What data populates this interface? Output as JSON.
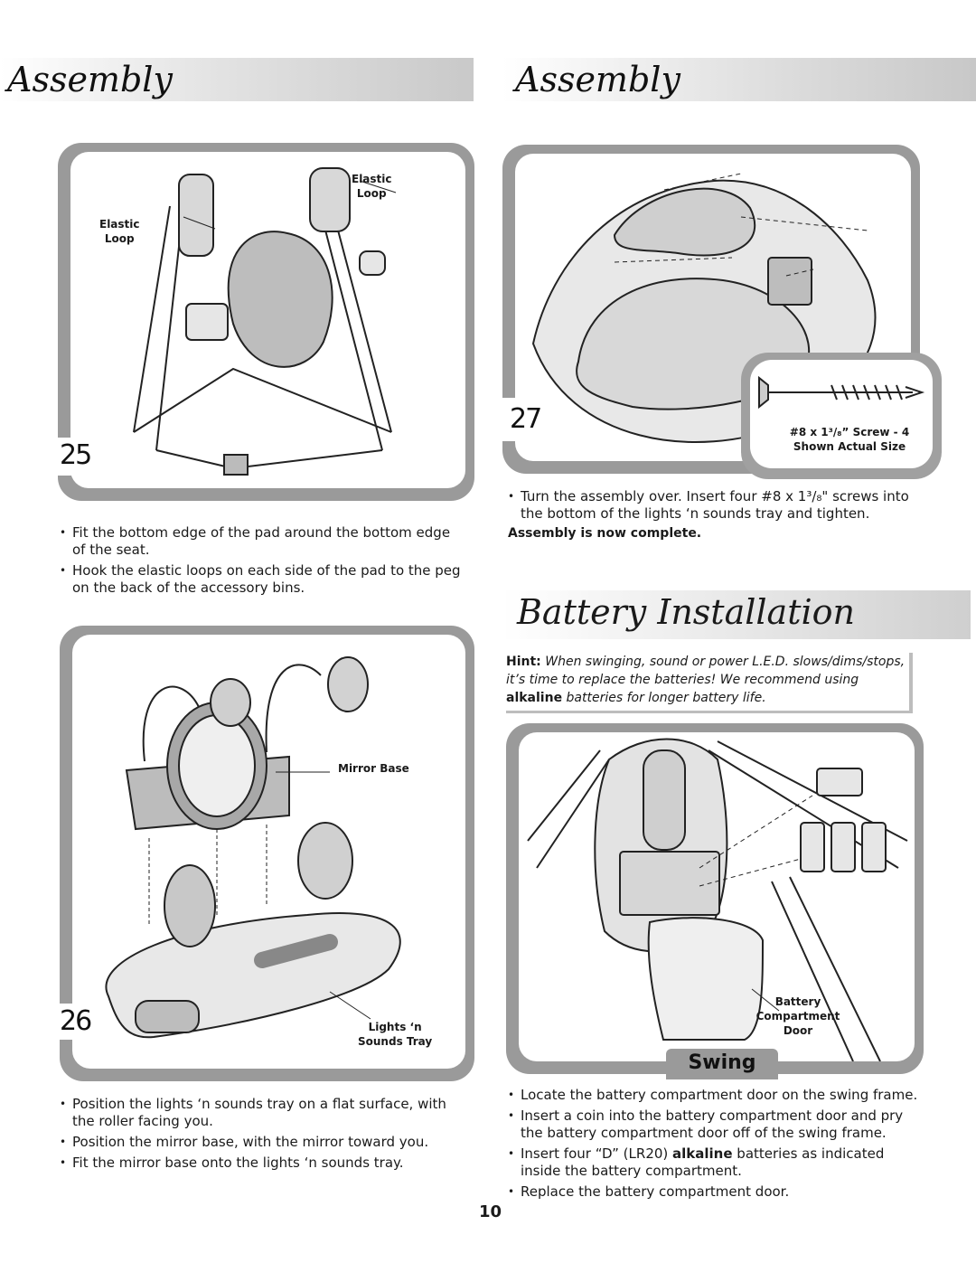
{
  "headers": {
    "left": "Assembly",
    "right": "Assembly"
  },
  "step25": {
    "number": "25",
    "labels": {
      "elastic_loop_right": [
        "Elastic",
        "Loop"
      ],
      "elastic_loop_left": [
        "Elastic",
        "Loop"
      ]
    },
    "bullets": [
      "Fit the bottom edge of the pad around the bottom edge of the seat.",
      "Hook the elastic loops on each side of the pad to the peg on the back of the accessory bins."
    ]
  },
  "step26": {
    "number": "26",
    "labels": {
      "mirror_base": "Mirror Base",
      "lights_tray": [
        "Lights ‘n",
        "Sounds Tray"
      ]
    },
    "bullets": [
      "Position the lights ‘n sounds tray on a flat surface, with the roller facing you.",
      "Position the mirror base, with the mirror toward you.",
      "Fit the mirror base onto the lights ‘n sounds tray."
    ]
  },
  "step27": {
    "number": "27",
    "screw_label": [
      "#8 x 1³/₈” Screw - 4",
      "Shown Actual Size"
    ],
    "bullet": "Turn the assembly over. Insert four #8 x 1³/₈\" screws into the bottom of the lights ‘n sounds tray and tighten.",
    "complete": "Assembly is now complete."
  },
  "battery": {
    "title": "Battery Installation",
    "hint_label": "Hint:",
    "hint_text_1": "When swinging, sound or power L.E.D. slows/dims/stops, it’s time to replace the batteries! We recommend using",
    "hint_bold": "alkaline",
    "hint_text_2": "batteries for longer battery life.",
    "door_label": [
      "Battery",
      "Compartment",
      "Door"
    ],
    "tab": "Swing",
    "bullets": [
      {
        "text": "Locate the battery compartment door on the swing frame."
      },
      {
        "text": "Insert a coin into the battery compartment door and pry the battery compartment door off of the swing frame."
      },
      {
        "pre": "Insert four “D” (LR20) ",
        "bold": "alkaline",
        "post": " batteries as indicated inside the battery compartment."
      },
      {
        "text": "Replace the battery compartment door."
      }
    ]
  },
  "page_number": "10"
}
